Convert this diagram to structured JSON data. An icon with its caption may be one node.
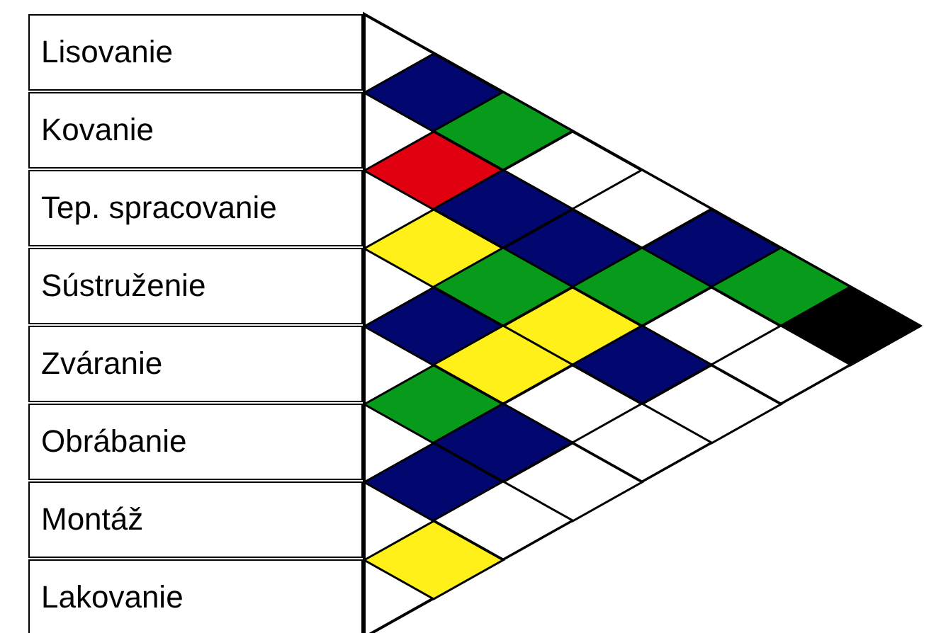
{
  "diagram": {
    "nodes": [
      {
        "text": [
          "Lisovanie"
        ]
      },
      {
        "text": [
          "Kovanie"
        ]
      },
      {
        "text": [
          "Tep. spracovanie"
        ]
      },
      {
        "text": [
          "Sústruženie"
        ]
      },
      {
        "text": [
          "Zváranie"
        ]
      },
      {
        "text": [
          "Obrábanie"
        ]
      },
      {
        "text": [
          "Montáž"
        ]
      },
      {
        "text": [
          "Lakovanie"
        ]
      },
      {
        "text": [],
        "shape": "diamond"
      },
      {
        "text": [],
        "shape": "diamond"
      },
      {
        "text": [],
        "shape": "diamond"
      },
      {
        "text": [],
        "shape": "diamond"
      },
      {
        "text": [],
        "shape": "diamond"
      },
      {
        "text": [],
        "shape": "diamond"
      },
      {
        "text": [],
        "shape": "diamond"
      },
      {
        "text": [],
        "shape": "diamond"
      },
      {
        "text": [],
        "shape": "diamond"
      },
      {
        "text": [],
        "shape": "diamond"
      },
      {
        "text": [],
        "shape": "diamond"
      },
      {
        "text": [],
        "shape": "diamond"
      },
      {
        "text": [],
        "shape": "diamond"
      },
      {
        "text": [],
        "shape": "diamond"
      },
      {
        "text": [],
        "shape": "diamond"
      },
      {
        "text": [],
        "shape": "diamond"
      },
      {
        "text": [],
        "shape": "diamond"
      },
      {
        "text": [],
        "shape": "diamond"
      },
      {
        "text": [],
        "shape": "diamond"
      },
      {
        "text": [],
        "shape": "diamond"
      },
      {
        "text": [],
        "shape": "diamond"
      },
      {
        "text": [],
        "shape": "diamond"
      },
      {
        "text": [],
        "shape": "diamond"
      },
      {
        "text": [],
        "shape": "diamond"
      },
      {
        "text": [],
        "shape": "diamond"
      },
      {
        "text": [],
        "shape": "diamond"
      },
      {
        "text": [],
        "shape": "diamond"
      },
      {
        "text": [],
        "shape": "diamond"
      }
    ]
  }
}
